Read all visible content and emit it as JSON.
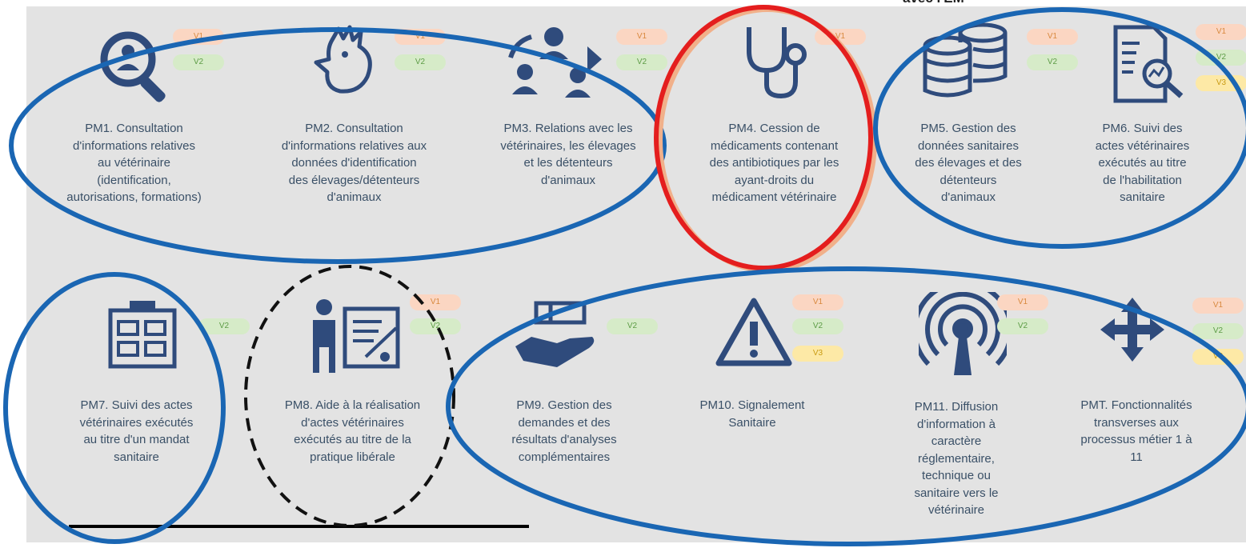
{
  "header_fragment": "avec l'EM",
  "tiles": [
    {
      "id": "pm1",
      "label": "PM1. Consultation\nd'informations relatives\nau vétérinaire\n(identification,\nautorisations, formations)",
      "versions": [
        "V1",
        "V2"
      ],
      "icon": "search-person-icon"
    },
    {
      "id": "pm2",
      "label": "PM2. Consultation\nd'informations relatives aux\ndonnées d'identification\ndes élevages/détenteurs\nd'animaux",
      "versions": [
        "V1",
        "V2"
      ],
      "icon": "chicken-icon"
    },
    {
      "id": "pm3",
      "label": "PM3. Relations avec les\nvétérinaires, les élevages\net les détenteurs\nd'animaux",
      "versions": [
        "V1",
        "V2"
      ],
      "icon": "people-exchange-icon"
    },
    {
      "id": "pm4",
      "label": "PM4. Cession de\nmédicaments contenant\ndes antibiotiques par les\nayant-droits du\nmédicament vétérinaire",
      "versions": [
        "V1"
      ],
      "icon": "stethoscope-icon"
    },
    {
      "id": "pm5",
      "label": "PM5. Gestion des\ndonnées sanitaires\ndes élevages et des\ndétenteurs\nd'animaux",
      "versions": [
        "V1",
        "V2"
      ],
      "icon": "database-icon"
    },
    {
      "id": "pm6",
      "label": "PM6. Suivi des\nactes vétérinaires\nexécutés au titre\nde l'habilitation\nsanitaire",
      "versions": [
        "V1",
        "V2",
        "V3"
      ],
      "icon": "report-magnifier-icon"
    },
    {
      "id": "pm7",
      "label": "PM7. Suivi des actes\nvétérinaires exécutés\nau titre d'un mandat\nsanitaire",
      "versions": [
        "V2"
      ],
      "icon": "clipboard-checklist-icon"
    },
    {
      "id": "pm8",
      "label": "PM8. Aide à la réalisation\nd'actes vétérinaires\nexécutés au titre de la\npratique libérale",
      "versions": [
        "V1",
        "V2"
      ],
      "icon": "presenter-certificate-icon"
    },
    {
      "id": "pm9",
      "label": "PM9. Gestion des\ndemandes et des\nrésultats d'analyses\ncomplémentaires",
      "versions": [
        "V2"
      ],
      "icon": "hand-box-icon"
    },
    {
      "id": "pm10",
      "label": "PM10. Signalement\nSanitaire",
      "versions": [
        "V1",
        "V2",
        "V3"
      ],
      "icon": "warning-icon"
    },
    {
      "id": "pm11",
      "label": "PM11. Diffusion\nd'information à\ncaractère\nréglementaire,\ntechnique ou\nsanitaire vers le\nvétérinaire",
      "versions": [
        "V1",
        "V2"
      ],
      "icon": "broadcast-antenna-icon"
    },
    {
      "id": "pmt",
      "label": "PMT. Fonctionnalités\ntransverses aux\nprocessus métier 1 à\n11",
      "versions": [
        "V1",
        "V2",
        "V3"
      ],
      "icon": "move-arrows-icon"
    }
  ],
  "colors": {
    "icon": "#2f4b7c",
    "blue_ring": "#1a66b3",
    "red_ring": "#e41e1e",
    "text": "#3a5067"
  }
}
